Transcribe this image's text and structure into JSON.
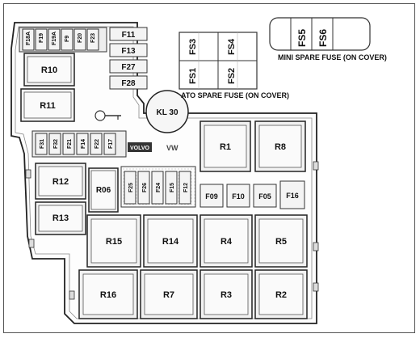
{
  "relays": {
    "r10": "R10",
    "r11": "R11",
    "r12": "R12",
    "r13": "R13",
    "r06": "R06",
    "r1": "R1",
    "r8": "R8",
    "r15": "R15",
    "r14": "R14",
    "r4": "R4",
    "r5": "R5",
    "r16": "R16",
    "r7": "R7",
    "r3": "R3",
    "r2": "R2"
  },
  "top_fuses": {
    "f18a": "F18A",
    "f19": "F19",
    "f19a": "F19A",
    "f9": "F9",
    "f20": "F20",
    "f23": "F23",
    "f11": "F11",
    "f13": "F13",
    "f27": "F27",
    "f28": "F28"
  },
  "mid_fuses": {
    "f31": "F31",
    "f32": "F32",
    "f21": "F21",
    "f14": "F14",
    "f22": "F22",
    "f17": "F17"
  },
  "center_fuses": {
    "f25": "F25",
    "f26": "F26",
    "f24": "F24",
    "f15": "F15",
    "f12": "F12"
  },
  "right_fuses": {
    "f09": "F09",
    "f10": "F10",
    "f05": "F05",
    "f16": "F16"
  },
  "kl30": "KL 30",
  "ato_spare": {
    "fs1": "FS1",
    "fs2": "FS2",
    "fs3": "FS3",
    "fs4": "FS4",
    "caption": "ATO SPARE FUSE (ON COVER)"
  },
  "mini_spare": {
    "fs5": "FS5",
    "fs6": "FS6",
    "caption": "MINI SPARE FUSE (ON COVER)"
  },
  "logos": {
    "left": "VOLVO",
    "right": "VW"
  }
}
